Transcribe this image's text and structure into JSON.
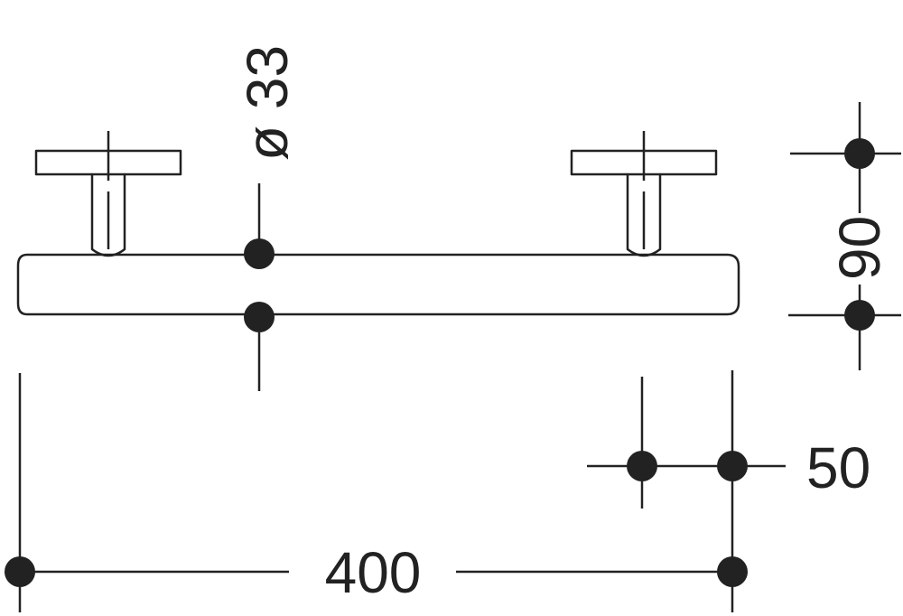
{
  "drawing": {
    "line_color": "#222222",
    "background": "#ffffff",
    "dimensions": {
      "diameter": "ø 33",
      "height": "90",
      "offset": "50",
      "length": "400"
    }
  }
}
